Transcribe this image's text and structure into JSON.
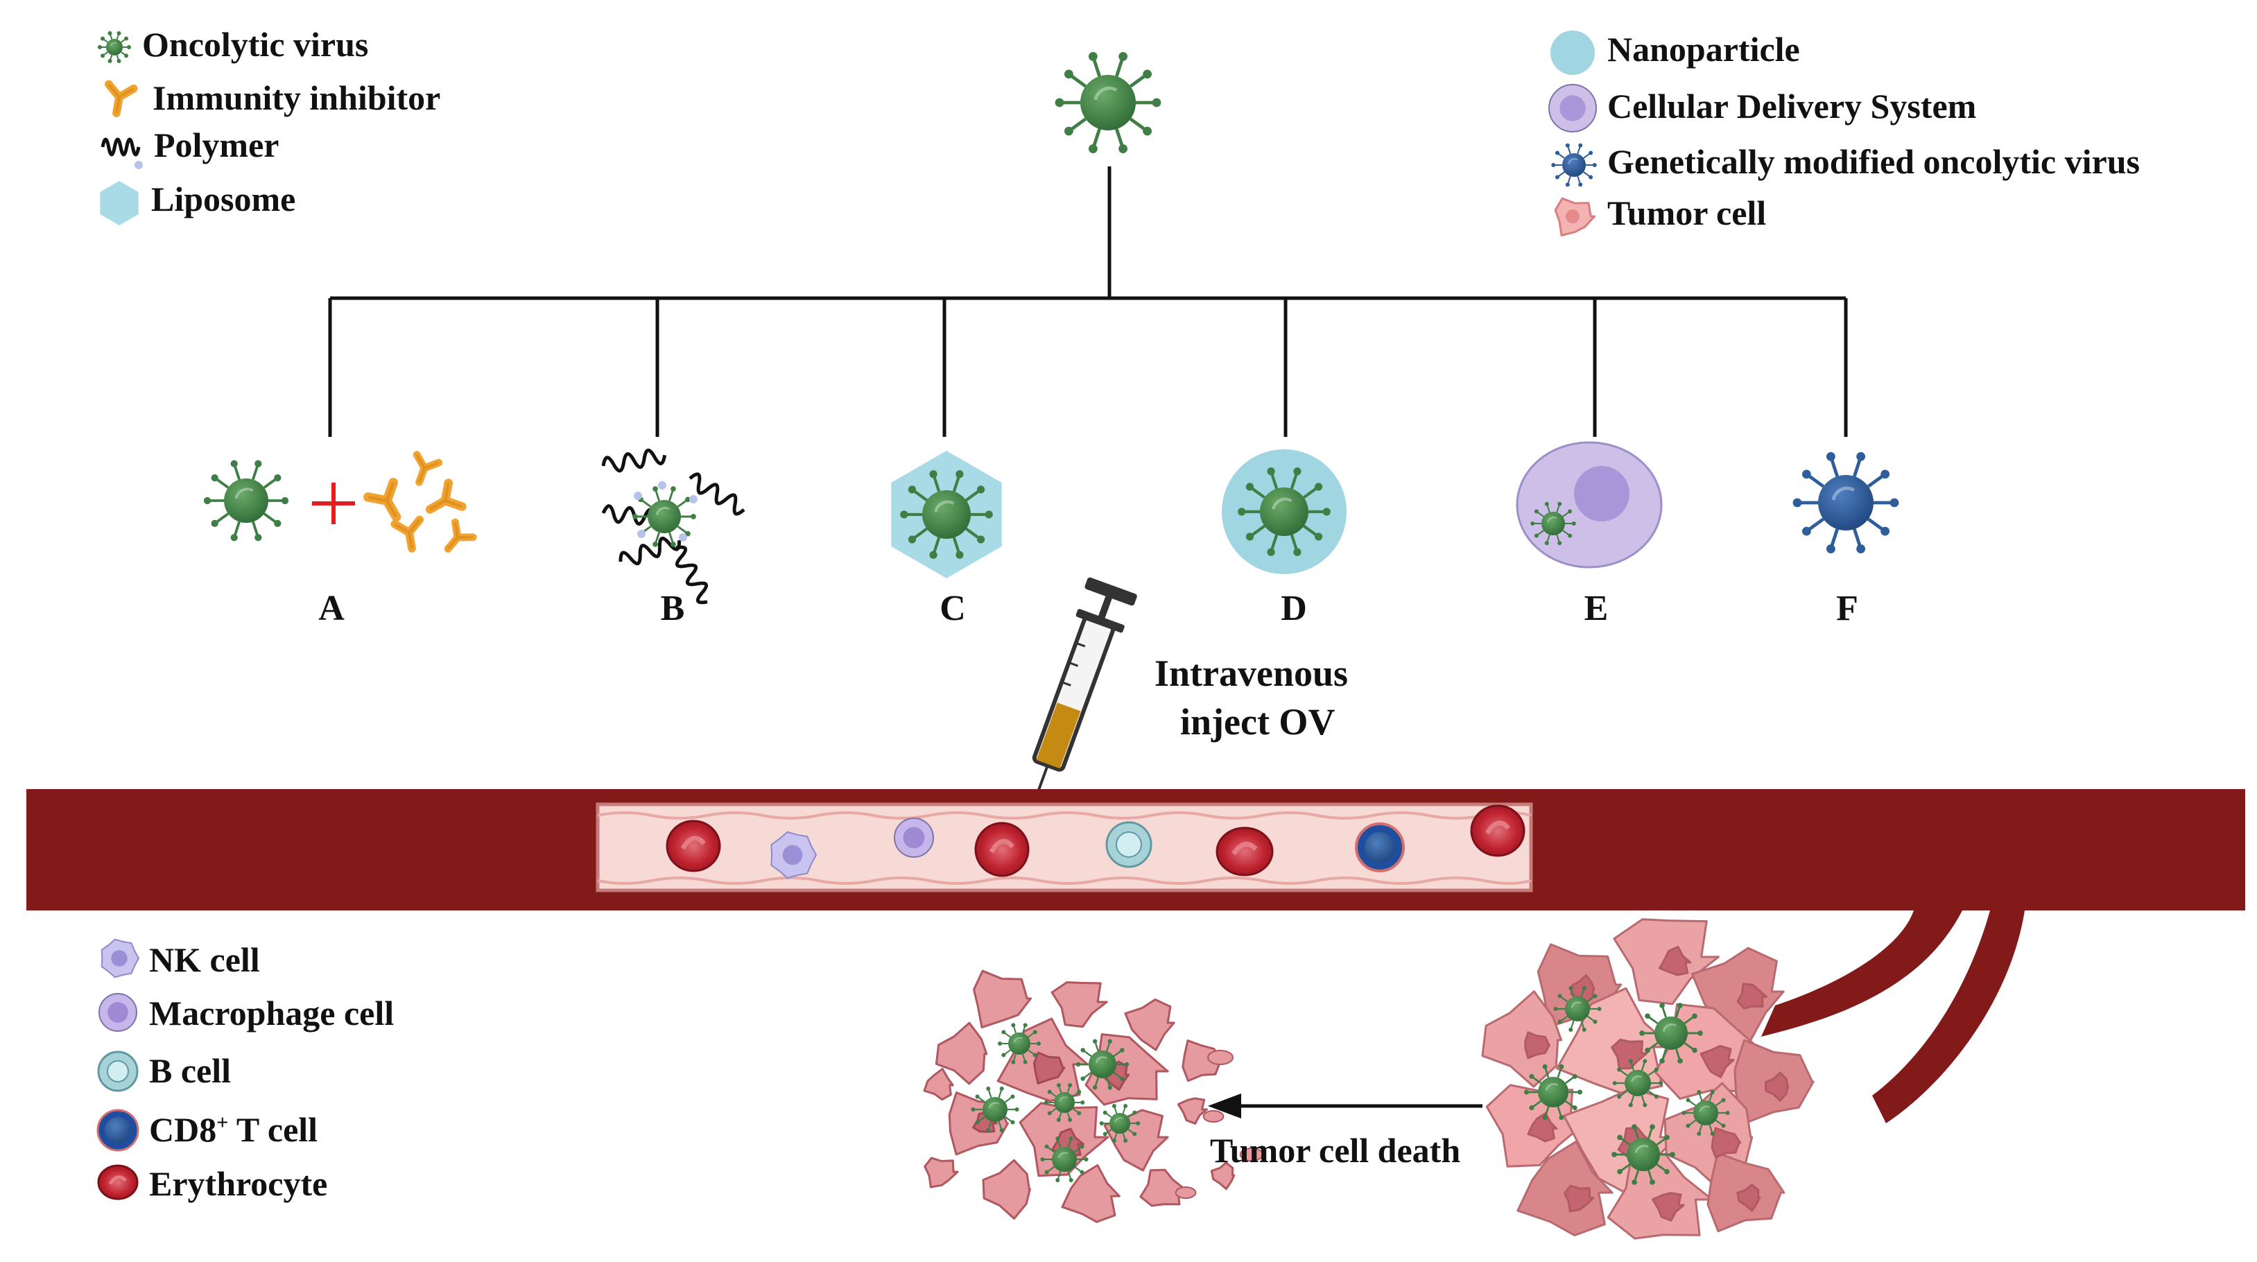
{
  "legend_top_left": [
    {
      "icon": "oncolytic-virus-icon",
      "label": "Oncolytic virus"
    },
    {
      "icon": "immunity-inhibitor-icon",
      "label": "Immunity inhibitor"
    },
    {
      "icon": "polymer-icon",
      "label": "Polymer"
    },
    {
      "icon": "liposome-icon",
      "label": "Liposome"
    }
  ],
  "legend_top_right": [
    {
      "icon": "nanoparticle-icon",
      "label": "Nanoparticle"
    },
    {
      "icon": "cellular-delivery-icon",
      "label": "Cellular Delivery System"
    },
    {
      "icon": "gm-oncolytic-virus-icon",
      "label": "Genetically modified oncolytic virus"
    },
    {
      "icon": "tumor-cell-icon",
      "label": "Tumor cell"
    }
  ],
  "strategies": [
    "A",
    "B",
    "C",
    "D",
    "E",
    "F"
  ],
  "injection_label": [
    "Intravenous",
    "inject OV"
  ],
  "legend_bottom_left": [
    {
      "icon": "nk-cell-icon",
      "label": "NK cell"
    },
    {
      "icon": "macrophage-cell-icon",
      "label": "Macrophage cell"
    },
    {
      "icon": "b-cell-icon",
      "label": "B cell"
    },
    {
      "icon": "cd8-t-cell-icon",
      "label": "CD8",
      "superscript": "+",
      "label_suffix": " T cell"
    },
    {
      "icon": "erythrocyte-icon",
      "label": "Erythrocyte"
    }
  ],
  "tumor_death_label": "Tumor cell death",
  "colors": {
    "virus_green": "#3f7f45",
    "virus_dark": "#2b5e30",
    "inhibitor_orange": "#f0a330",
    "liposome_blue": "#a9dbe6",
    "nanoparticle_blue": "#9fd6e2",
    "delivery_purple": "#cdbfe8",
    "gm_virus_blue": "#2e5d9c",
    "tumor_pink": "#f4b3b3",
    "vessel_red": "#821a1a",
    "vessel_inner": "#f7d9d6",
    "erythrocyte_red": "#b8202f",
    "syringe_fluid": "#c48a12"
  }
}
